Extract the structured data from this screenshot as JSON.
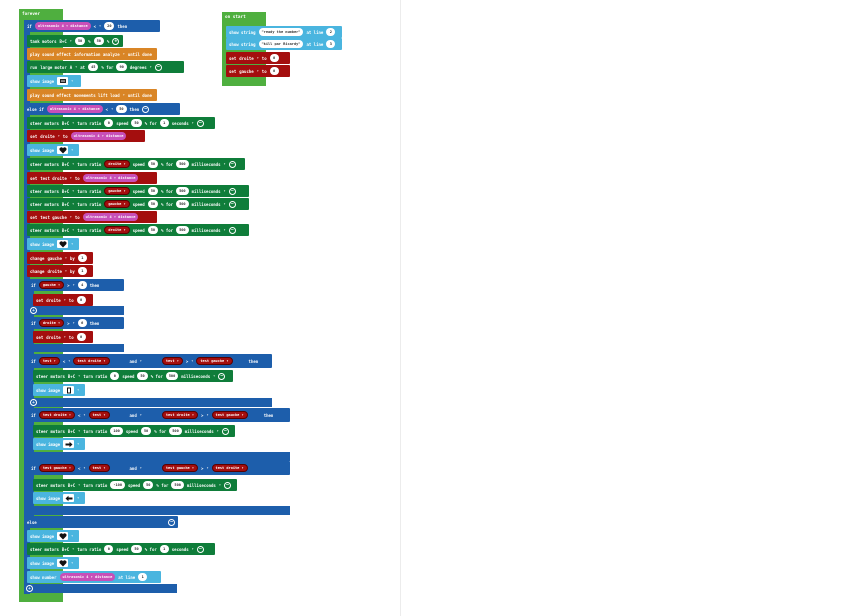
{
  "colors": {
    "loops": "#4faf3f",
    "logic": "#1d5eab",
    "basic": "#4ab5df",
    "music": "#d98526",
    "motors": "#0f7d3a",
    "variables": "#a40e0e",
    "sensors": "#c84fb8"
  },
  "kw": {
    "forever": "forever",
    "on_start": "on start",
    "if": "if",
    "else_if": "else if",
    "else": "else",
    "then": "then",
    "and": "and",
    "set": "set",
    "to": "to",
    "change": "change",
    "by": "by",
    "show_image": "show image",
    "show_string": "show string",
    "show_number": "show number",
    "at_line": "at line",
    "steer_motors": "steer motors",
    "turn_ratio": "turn ratio",
    "speed": "speed",
    "pct_for": "% for",
    "milliseconds": "milliseconds",
    "seconds": "seconds",
    "rotations": "degrees",
    "play_sound": "play sound effect",
    "until_done": "until done",
    "run": "run",
    "large_motor": "large motor",
    "at": "at",
    "tank_motors": "tank motors",
    "dd": "▾"
  },
  "ops": {
    "lt": "<",
    "le": "≤",
    "eq": "=",
    "gt": ">"
  },
  "ports": {
    "bc": "B+C",
    "a": "A"
  },
  "sensor": {
    "ultrasonic": "ultrasonic 4",
    "distance": "distance"
  },
  "vars": {
    "droite": "droite",
    "gauche": "gauche",
    "test_droite": "test droite",
    "test_gauche": "test gauche",
    "test": "test"
  },
  "sounds": {
    "s1": "information analyze",
    "s2": "movements lift load"
  },
  "strings": {
    "s1": "\"ready the number\"",
    "s2": "\"kill par Ricardy\""
  },
  "values": {
    "v20": "20",
    "v50": "50",
    "v45": "45",
    "v0": "0",
    "v1": "1",
    "v2": "2",
    "v3": "3",
    "v4": "4",
    "v6": "6",
    "v80": "80",
    "v30": "30",
    "v500": "500",
    "v100": "100",
    "vm100": "-100",
    "v70": "70",
    "v90": "90"
  }
}
